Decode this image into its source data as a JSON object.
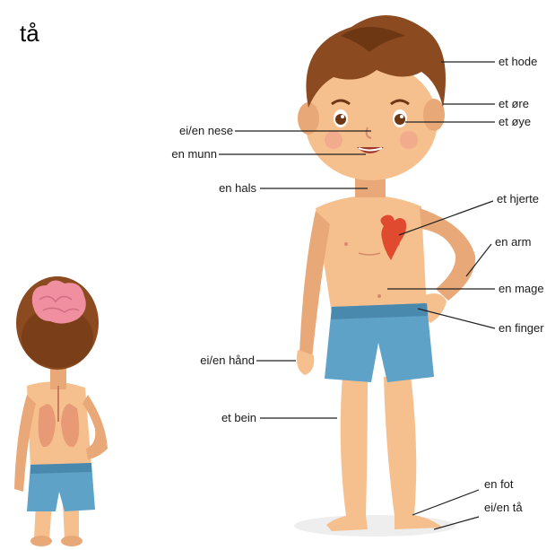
{
  "corner_text": "tå",
  "labels": {
    "hode": "et hode",
    "ore": "et øre",
    "oye": "et øye",
    "nese": "ei/en nese",
    "munn": "en munn",
    "hals": "en hals",
    "hjerte": "et hjerte",
    "arm": "en arm",
    "mage": "en mage",
    "finger": "en finger",
    "hand": "ei/en hånd",
    "bein": "et bein",
    "fot": "en fot",
    "ta": "ei/en tå"
  },
  "colors": {
    "skin": "#F6C08E",
    "skin_shadow": "#E8A877",
    "hair": "#8B4A1F",
    "hair_dark": "#6E3714",
    "shorts": "#5EA2C7",
    "shorts_dark": "#4A89AE",
    "heart": "#E04A2E",
    "brain": "#EF8FA0",
    "lungs": "#E89A76",
    "line": "#222222"
  }
}
